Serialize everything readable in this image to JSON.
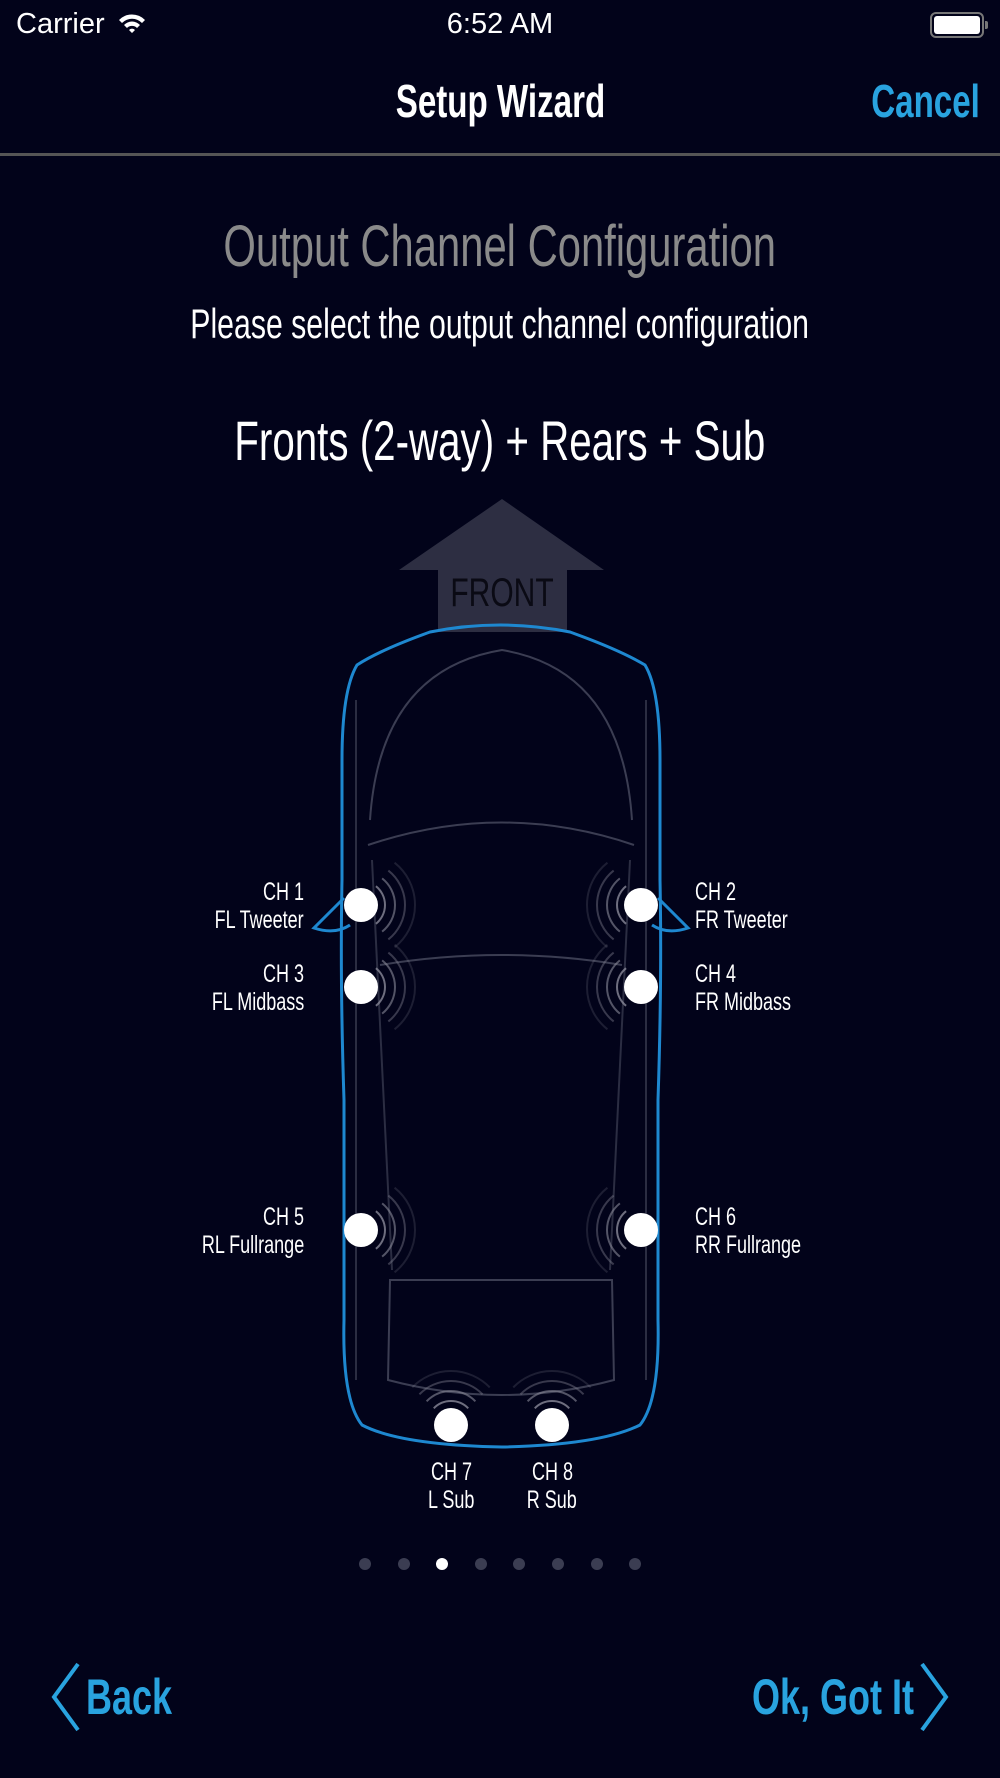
{
  "status_bar": {
    "carrier": "Carrier",
    "time": "6:52 AM",
    "icons": [
      "wifi-icon",
      "battery-icon"
    ]
  },
  "nav": {
    "title": "Setup Wizard",
    "cancel_label": "Cancel"
  },
  "page": {
    "heading": "Output Channel Configuration",
    "subtitle": "Please select the output channel configuration",
    "configuration": "Fronts (2-way) + Rears + Sub",
    "front_label": "FRONT"
  },
  "channels": [
    {
      "ch": "CH 1",
      "name": "FL Tweeter"
    },
    {
      "ch": "CH 2",
      "name": "FR Tweeter"
    },
    {
      "ch": "CH 3",
      "name": "FL Midbass"
    },
    {
      "ch": "CH 4",
      "name": "FR Midbass"
    },
    {
      "ch": "CH 5",
      "name": "RL Fullrange"
    },
    {
      "ch": "CH 6",
      "name": "RR Fullrange"
    },
    {
      "ch": "CH 7",
      "name": "L Sub"
    },
    {
      "ch": "CH 8",
      "name": "R Sub"
    }
  ],
  "pagination": {
    "total": 8,
    "current": 3
  },
  "footer": {
    "back_label": "Back",
    "next_label": "Ok, Got It"
  },
  "colors": {
    "accent": "#29a3df",
    "background": "#02031a",
    "car_outline": "#1e88d0"
  }
}
